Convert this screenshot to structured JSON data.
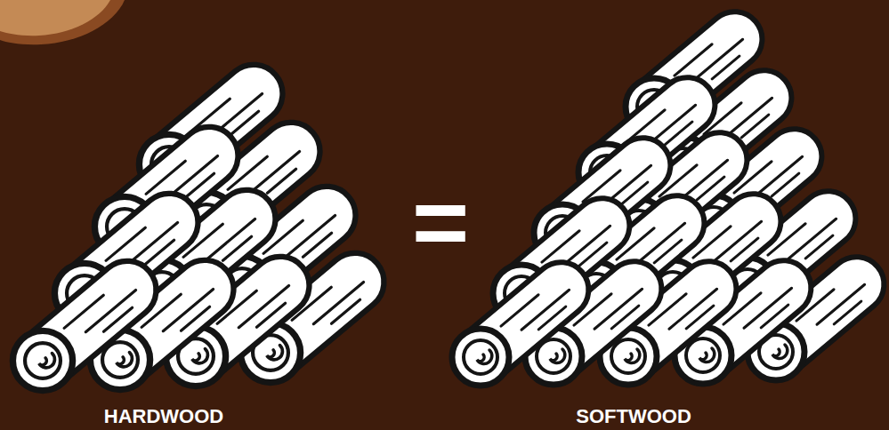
{
  "diagram": {
    "labels": [
      "=",
      "HARDWOOD",
      "SOFTWOOD"
    ]
  }
}
